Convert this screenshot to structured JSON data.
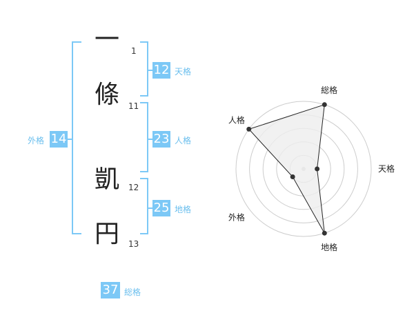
{
  "name": {
    "characters": [
      {
        "char": "一",
        "strokes": "1"
      },
      {
        "char": "條",
        "strokes": "11"
      },
      {
        "char": "凱",
        "strokes": "12"
      },
      {
        "char": "円",
        "strokes": "13"
      }
    ]
  },
  "kakusu": {
    "tenkaku": {
      "value": "12",
      "label": "天格"
    },
    "jinkaku": {
      "value": "23",
      "label": "人格"
    },
    "chikaku": {
      "value": "25",
      "label": "地格"
    },
    "gaikaku": {
      "value": "14",
      "label": "外格"
    },
    "soukaku": {
      "value": "37",
      "label": "総格"
    }
  },
  "colors": {
    "accent": "#7cc8f6",
    "radar_fill": "#eeeeee",
    "radar_line": "#222222",
    "grid": "#cccccc"
  },
  "chart_data": {
    "type": "radar",
    "axes": [
      "総格",
      "天格",
      "地格",
      "外格",
      "人格"
    ],
    "max": 5,
    "values": [
      5,
      1,
      5,
      1,
      5
    ]
  }
}
